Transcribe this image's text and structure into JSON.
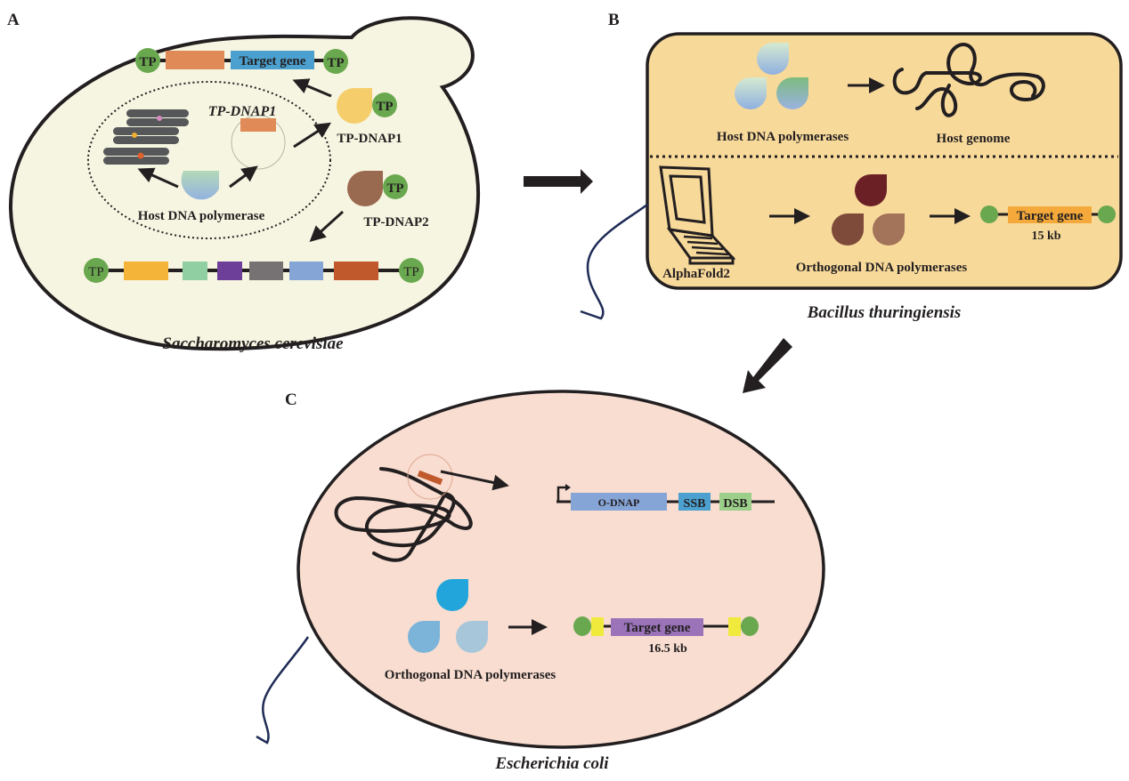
{
  "figure": {
    "panels": {
      "A": {
        "letter": "A",
        "organism": "Saccharomyces cerevisiae",
        "tp_label": "TP",
        "target_gene_label": "Target gene",
        "plasmid_label": "TP-DNAP1",
        "tp_dnap1_label": "TP-DNAP1",
        "tp_dnap2_label": "TP-DNAP2",
        "host_polymerase_label": "Host DNA polymerase",
        "linear_plasmid_blocks": [
          "#f4b43a",
          "#90cfa2",
          "#6d3f98",
          "#767273",
          "#86a5d7",
          "#c05a2d"
        ],
        "colors": {
          "cell_fill": "#f6f5e1",
          "tp_green": "#6aa84f",
          "orange_gene": "#e08a57",
          "target_gene_blue": "#4ba0cf",
          "tp_dnap1": "#f5cd6b",
          "tp_dnap2": "#9a6a50",
          "chromosome": "#555759"
        }
      },
      "B": {
        "letter": "B",
        "organism": "Bacillus thuringiensis",
        "host_polymerases_label": "Host DNA polymerases",
        "host_genome_label": "Host genome",
        "alphafold_label": "AlphaFold2",
        "orthogonal_label": "Orthogonal DNA polymerases",
        "target_gene_label": "Target gene",
        "size_label": "15 kb",
        "colors": {
          "panel_fill": "#f7d99a",
          "target_gene_fill": "#f4a93a",
          "pol_dark": "#6b2026",
          "pol_mid": "#7e4a3a",
          "pol_light": "#a3735a"
        }
      },
      "C": {
        "letter": "C",
        "organism": "Escherichia coli",
        "odnap_label": "O-DNAP",
        "ssb_label": "SSB",
        "dsb_label": "DSB",
        "orthogonal_label": "Orthogonal DNA polymerases",
        "target_gene_label": "Target gene",
        "size_label": "16.5 kb",
        "colors": {
          "cell_fill": "#f8ddd0",
          "odnap": "#86a5d7",
          "ssb": "#4ba0cf",
          "dsb": "#9ccf8a",
          "target_gene_fill": "#9b73b9",
          "yellow_linker": "#f0ea3c",
          "pol_top": "#22a5db",
          "pol_left": "#7cb4d9",
          "pol_right": "#a8c6da"
        }
      }
    }
  }
}
